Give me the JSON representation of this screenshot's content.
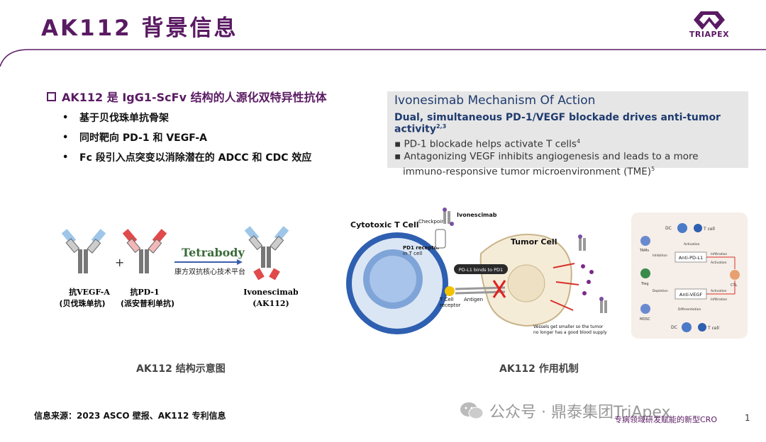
{
  "header": {
    "title": "AK112 背景信息",
    "logo_text": "TRIAPEX",
    "brand_color": "#5a1a63"
  },
  "main_bullet": {
    "text": "AK112 是 IgG1-ScFv 结构的人源化双特异性抗体",
    "items": [
      "基于贝伐珠单抗骨架",
      "同时靶向 PD-1 和 VEGF-A",
      "Fc 段引入点突变以消除潜在的 ADCC 和 CDC 效应"
    ]
  },
  "moa_box": {
    "title": "Ivonesimab Mechanism Of Action",
    "subtitle": "Dual, simultaneous PD-1/VEGF blockade drives anti-tumor activity",
    "subtitle_sup": "2,3",
    "bullet1": "▪ PD-1 blockade helps activate T cells",
    "bullet1_sup": "4",
    "bullet2a": "▪ Antagonizing VEGF inhibits angiogenesis and leads to a more",
    "bullet2b": "immuno-responsive tumor microenvironment (TME)",
    "bullet2_sup": "5"
  },
  "structure_figure": {
    "label1a": "抗VEGF-A",
    "label1b": "(贝伐珠单抗)",
    "plus": "+",
    "label2a": "抗PD-1",
    "label2b": "(派安普利单抗)",
    "tetrabody": "Tetrabody",
    "platform": "康方双抗核心技术平台",
    "label3a": "Ivonescimab",
    "label3b": "(AK112)",
    "caption": "AK112 结构示意图"
  },
  "mechanism_figure": {
    "cytotoxic_t_cell": "Cytotoxic T Cell",
    "checkpoint": "Checkpoint",
    "ivonescimab": "Ivonescimab",
    "pd1_receptor": "PD1 receptor",
    "pd1_receptor_sub": "in T cell",
    "tumor_cell": "Tumor Cell",
    "pdl1_binds": "PD-L1 binds to PD1",
    "t_cell_receptor_a": "T Cell",
    "t_cell_receptor_b": "receptor",
    "antigen": "Antigen",
    "vessels_a": "Vessels get smaller so the tumor",
    "vessels_b": "no longer has a good blood supply",
    "caption": "AK112 作用机制"
  },
  "pathway_figure": {
    "dc_top": "DC",
    "tcell_top": "T cell",
    "tams": "TAMs",
    "inhibition": "Inhibition",
    "activation_top": "Activation",
    "anti_pdl1": "Anti-PD-L1",
    "infiltration_top": "Infiltration",
    "activation_mid": "Activation",
    "treg": "Treg",
    "ctl": "CTL",
    "depletion": "Depletion",
    "anti_vegf": "Anti-VEGF",
    "activation_low": "Activation",
    "infiltration_low": "Infiltration",
    "mdsc": "MDSC",
    "differentiation": "Differentiation",
    "dc_bottom": "DC",
    "tcell_bottom": "T cell"
  },
  "footer": {
    "source": "信息来源：2023 ASCO 壁报、AK112 专利信息",
    "watermark": "公众号 · 鼎泰集团TriApex",
    "tagline": "专病领域研发赋能的新型CRO",
    "page": "1"
  }
}
